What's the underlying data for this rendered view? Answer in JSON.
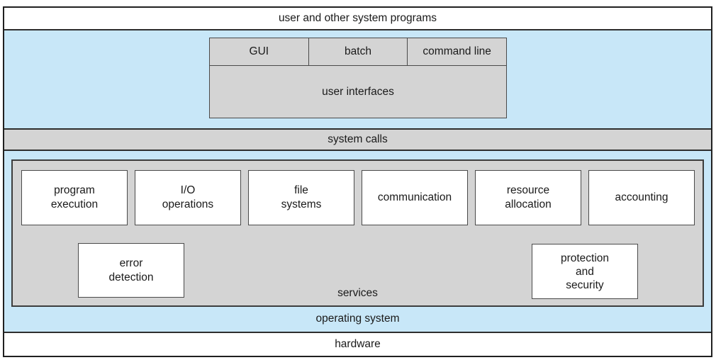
{
  "bands": {
    "user_programs": "user and other system programs",
    "system_calls": "system calls",
    "operating_system": "operating system",
    "hardware": "hardware"
  },
  "user_interfaces": {
    "label": "user interfaces",
    "cells": [
      "GUI",
      "batch",
      "command line"
    ]
  },
  "services": {
    "label": "services",
    "boxes": [
      {
        "label": "program\nexecution"
      },
      {
        "label": "I/O\noperations"
      },
      {
        "label": "file\nsystems"
      },
      {
        "label": "communication"
      },
      {
        "label": "resource\nallocation"
      },
      {
        "label": "accounting"
      },
      {
        "label": "error\ndetection"
      },
      {
        "label": "protection\nand\nsecurity"
      }
    ]
  },
  "colors": {
    "os_region_blue": "#c8e7f8",
    "panel_gray": "#d4d4d4",
    "box_white": "#ffffff",
    "border_dark": "#2e2e2e",
    "text": "#1a1a1a"
  }
}
